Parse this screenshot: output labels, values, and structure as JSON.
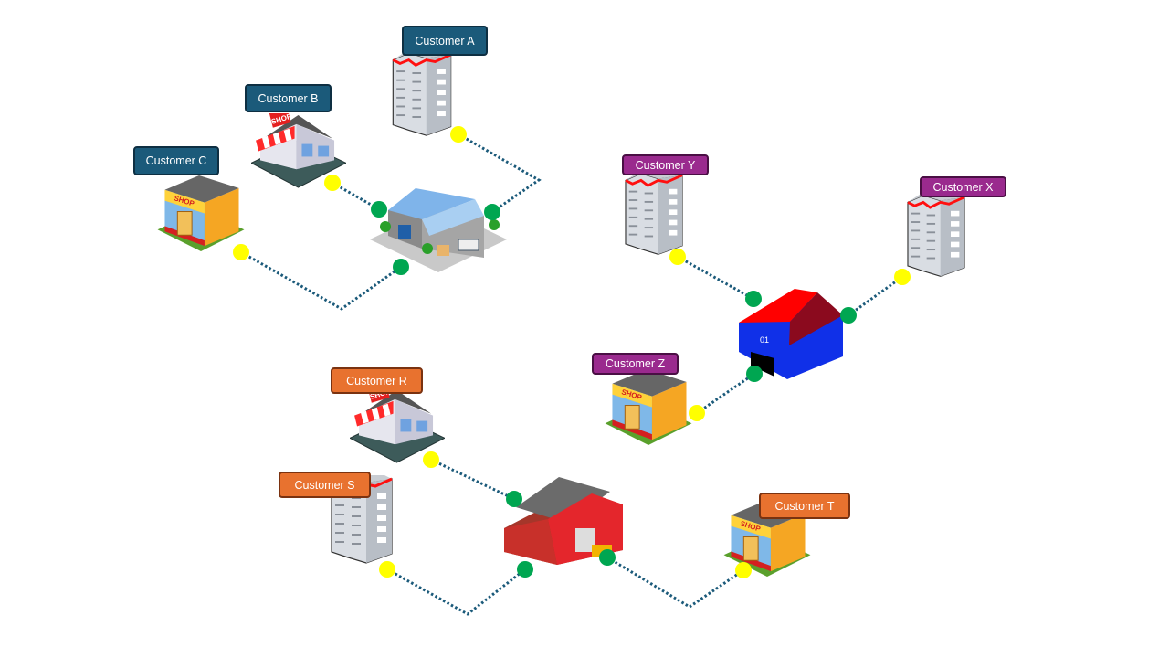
{
  "colors": {
    "group_1": "#1b5a7a",
    "group_2": "#9a2a8e",
    "group_3": "#e8722f",
    "route_line": "#1b5a7a",
    "warehouse_node": "#00a651",
    "customer_node": "#ffff00"
  },
  "groups": [
    {
      "customers": [
        "Customer A",
        "Customer B",
        "Customer C"
      ],
      "hub_icon": "blue-roof-warehouse-icon"
    },
    {
      "customers": [
        "Customer Y",
        "Customer X",
        "Customer Z"
      ],
      "hub_icon": "red-roof-blue-warehouse-icon"
    },
    {
      "customers": [
        "Customer R",
        "Customer S",
        "Customer T"
      ],
      "hub_icon": "red-warehouse-forklift-icon"
    }
  ],
  "labels": {
    "a": "Customer A",
    "b": "Customer B",
    "c": "Customer C",
    "x": "Customer X",
    "y": "Customer Y",
    "z": "Customer Z",
    "r": "Customer R",
    "s": "Customer S",
    "t": "Customer T"
  },
  "warehouse_2_sign": "01",
  "shop_sign": "SHOP"
}
